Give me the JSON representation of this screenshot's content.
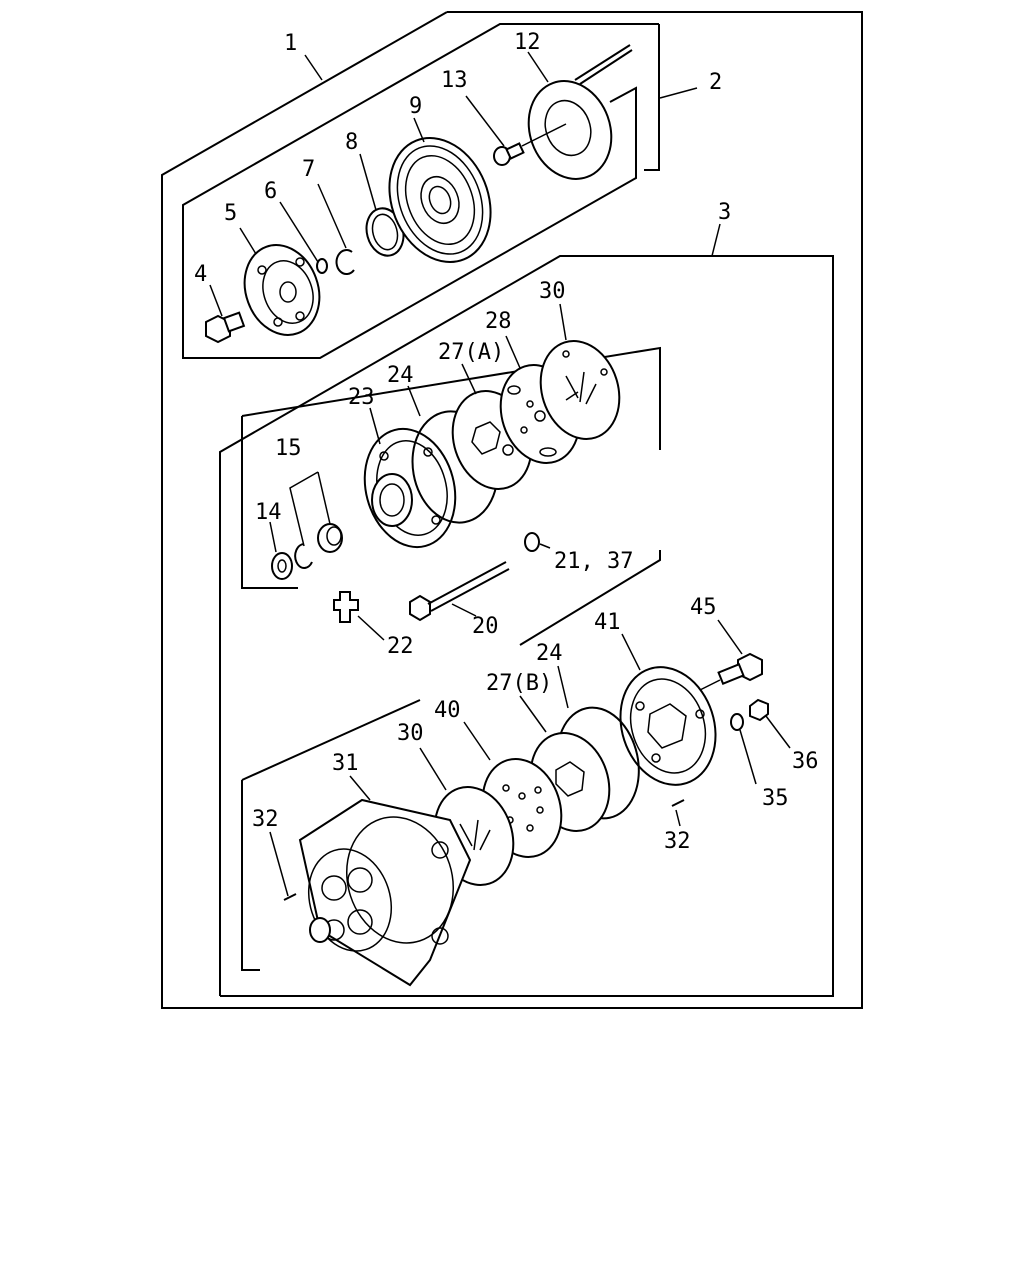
{
  "diagram": {
    "labels": {
      "l1": "1",
      "l2": "2",
      "l3": "3",
      "l4": "4",
      "l5": "5",
      "l6": "6",
      "l7": "7",
      "l8": "8",
      "l9": "9",
      "l12": "12",
      "l13": "13",
      "l14": "14",
      "l15": "15",
      "l20": "20",
      "l21_37": "21, 37",
      "l22": "22",
      "l23": "23",
      "l24a": "24",
      "l24b": "24",
      "l27a": "27(A)",
      "l27b": "27(B)",
      "l28": "28",
      "l30a": "30",
      "l30b": "30",
      "l31": "31",
      "l32a": "32",
      "l32b": "32",
      "l35": "35",
      "l36": "36",
      "l40": "40",
      "l41": "41",
      "l45": "45"
    }
  }
}
